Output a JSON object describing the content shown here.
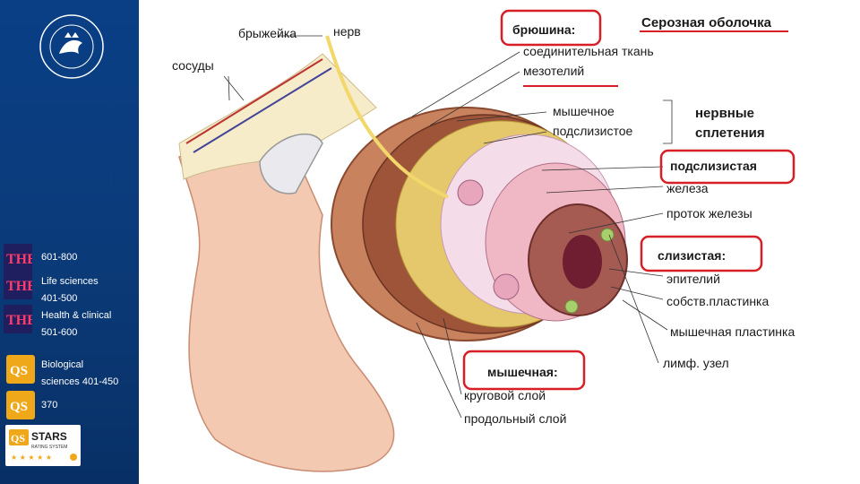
{
  "sidebar": {
    "rankings": [
      {
        "badge": "the",
        "lines": [
          "601-800"
        ]
      },
      {
        "badge": "the",
        "lines": [
          "Life sciences",
          "401-500"
        ]
      },
      {
        "badge": "the",
        "lines": [
          "Health & clinical",
          "501-600"
        ]
      },
      {
        "badge": "qs",
        "lines": [
          "Biological",
          "sciences   401-450"
        ]
      },
      {
        "badge": "qs",
        "lines": [
          "370"
        ]
      }
    ],
    "stars_logo": {
      "qs": "QS",
      "stars": "STARS",
      "sub": "RATING SYSTEM"
    }
  },
  "diagram": {
    "labels": {
      "bryzheyka": "брыжейка",
      "nerv": "нерв",
      "sosudy": "сосуды",
      "bryushina": "брюшина:",
      "serosa": "Серозная оболочка",
      "connective": "соединительная ткань",
      "mesothel": "мезотелий",
      "muscular_pl": "мышечное",
      "submucous_pl": "подслизистое",
      "nerve_plexus_1": "нервные",
      "nerve_plexus_2": "сплетения",
      "submucosa": "подслизистая",
      "gland": "железа",
      "gland_duct": "проток железы",
      "mucosa": "слизистая:",
      "epithelium": "эпителий",
      "lamina_propria": "собств.пластинка",
      "muscularis_mucosae": "мышечная пластинка",
      "lymph_node": "лимф. узел",
      "muscularis": "мышечная:",
      "circular": "круговой слой",
      "longitudinal": "продольный слой"
    },
    "colors": {
      "highlight": "#d61f26",
      "sidebar": "#0a3f86"
    }
  }
}
